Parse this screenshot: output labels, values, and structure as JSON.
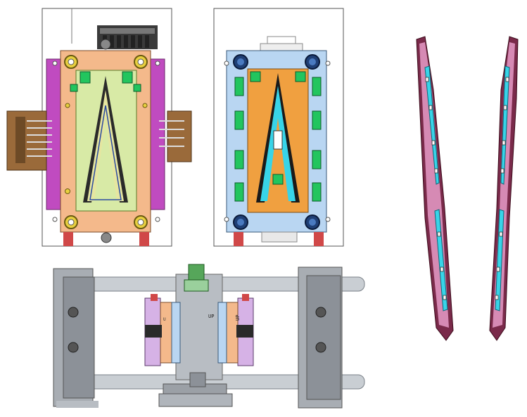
{
  "figure": {
    "panels": [
      {
        "id": "core-half"
      },
      {
        "id": "cavity-half"
      },
      {
        "id": "molded-parts"
      },
      {
        "id": "mold-side-view"
      }
    ],
    "labels": {
      "up_left": "UP",
      "up_right": "UP"
    },
    "colors": {
      "core_plate": "#f4b98b",
      "cavity_plate": "#b9d6f2",
      "cooling_magenta": "#c04bc0",
      "insert_green": "#22c55e",
      "part_pink": "#d68ab4",
      "part_cyan": "#38d4e8",
      "machine_gray": "#a8adb3",
      "tie_bar": "#c9ced3",
      "connector_brown": "#9a6a3a",
      "bolt_blue": "#1f3f75",
      "frame_green": "#56a65a",
      "red_stub": "#d04848"
    }
  }
}
